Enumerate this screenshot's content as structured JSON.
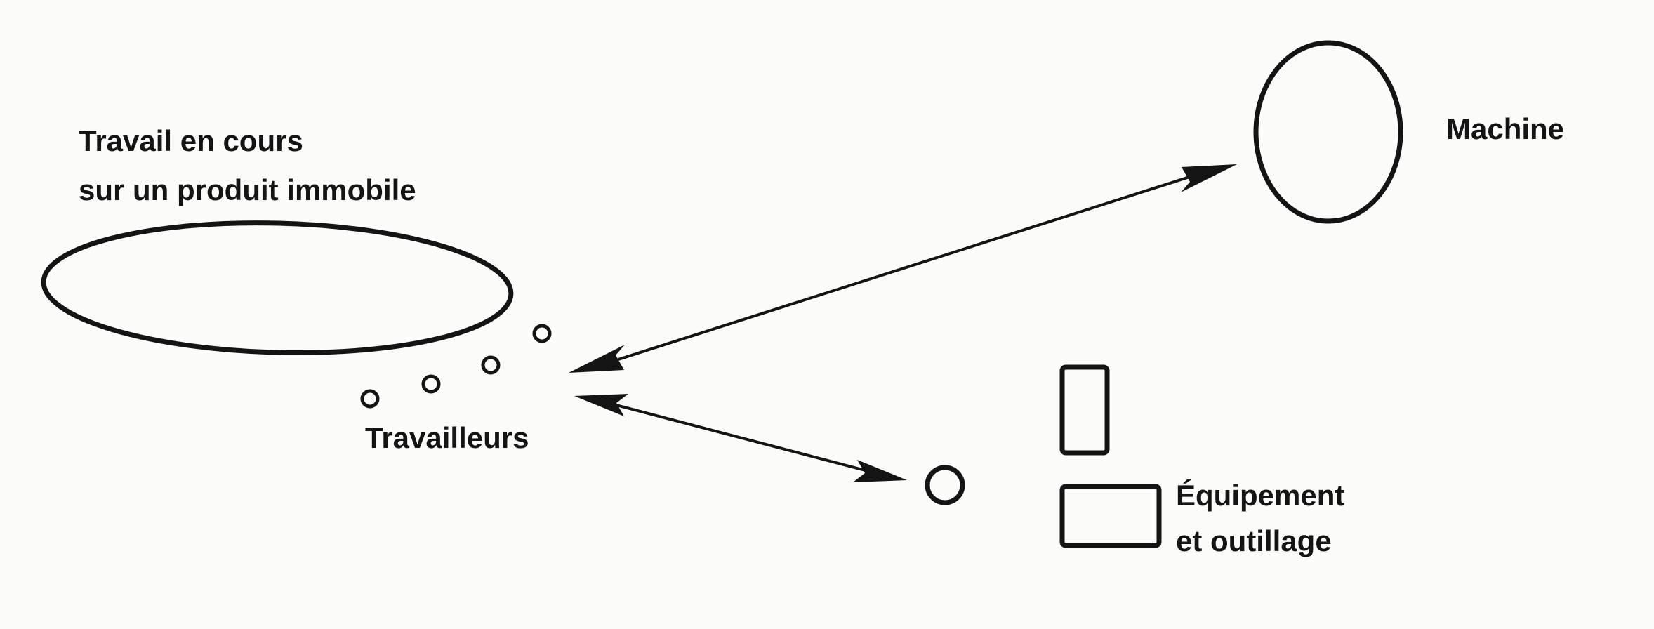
{
  "labels": {
    "work_in_progress_line1": "Travail en cours",
    "work_in_progress_line2": "sur un produit immobile",
    "machine": "Machine",
    "workers": "Travailleurs",
    "equipment_line1": "Équipement",
    "equipment_line2": "et outillage"
  },
  "colors": {
    "ink": "#141414",
    "paper": "#fbfbfa"
  },
  "arrows": [
    {
      "from": "workers",
      "to": "machine",
      "style": "double-headed"
    },
    {
      "from": "workers",
      "to": "worker",
      "style": "double-headed"
    }
  ]
}
